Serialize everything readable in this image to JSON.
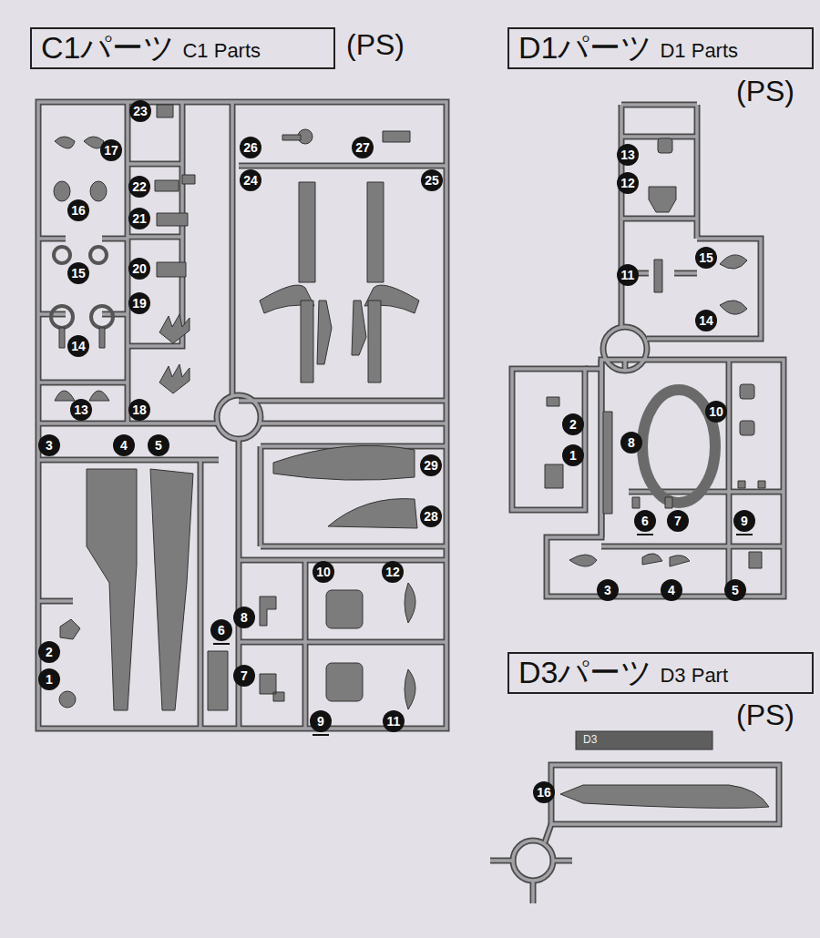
{
  "diagram": {
    "nodes": [
      {
        "text": [
          "C1パーツ",
          "C1 Parts"
        ]
      },
      {
        "text": [
          "D1パーツ",
          "D1 Parts"
        ]
      },
      {
        "text": [
          "D3パーツ",
          "D3 Part"
        ]
      }
    ],
    "labels": [
      "(PS)",
      "(PS)",
      "(PS)",
      "23",
      "17",
      "22",
      "16",
      "21",
      "15",
      "20",
      "19",
      "14",
      "13",
      "18",
      "26",
      "27",
      "24",
      "25",
      "3",
      "4",
      "5",
      "29",
      "28",
      "10",
      "12",
      "8",
      "6",
      "2",
      "7",
      "1",
      "9",
      "11",
      "13",
      "12",
      "15",
      "11",
      "14",
      "10",
      "2",
      "8",
      "1",
      "6",
      "7",
      "9",
      "3",
      "4",
      "5",
      "16",
      "D3"
    ]
  }
}
